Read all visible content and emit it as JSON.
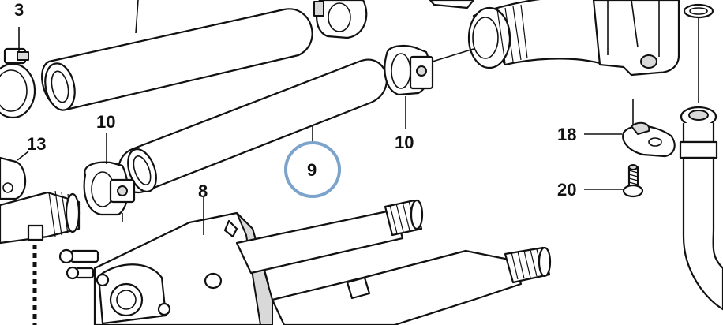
{
  "diagram": {
    "labels": {
      "part_3": "3",
      "part_8": "8",
      "part_9": "9",
      "part_10_left": "10",
      "part_10_right": "10",
      "part_13": "13",
      "part_18": "18",
      "part_20": "20"
    },
    "highlight": {
      "part": "9",
      "ring_color": "#7ba3cc"
    }
  }
}
